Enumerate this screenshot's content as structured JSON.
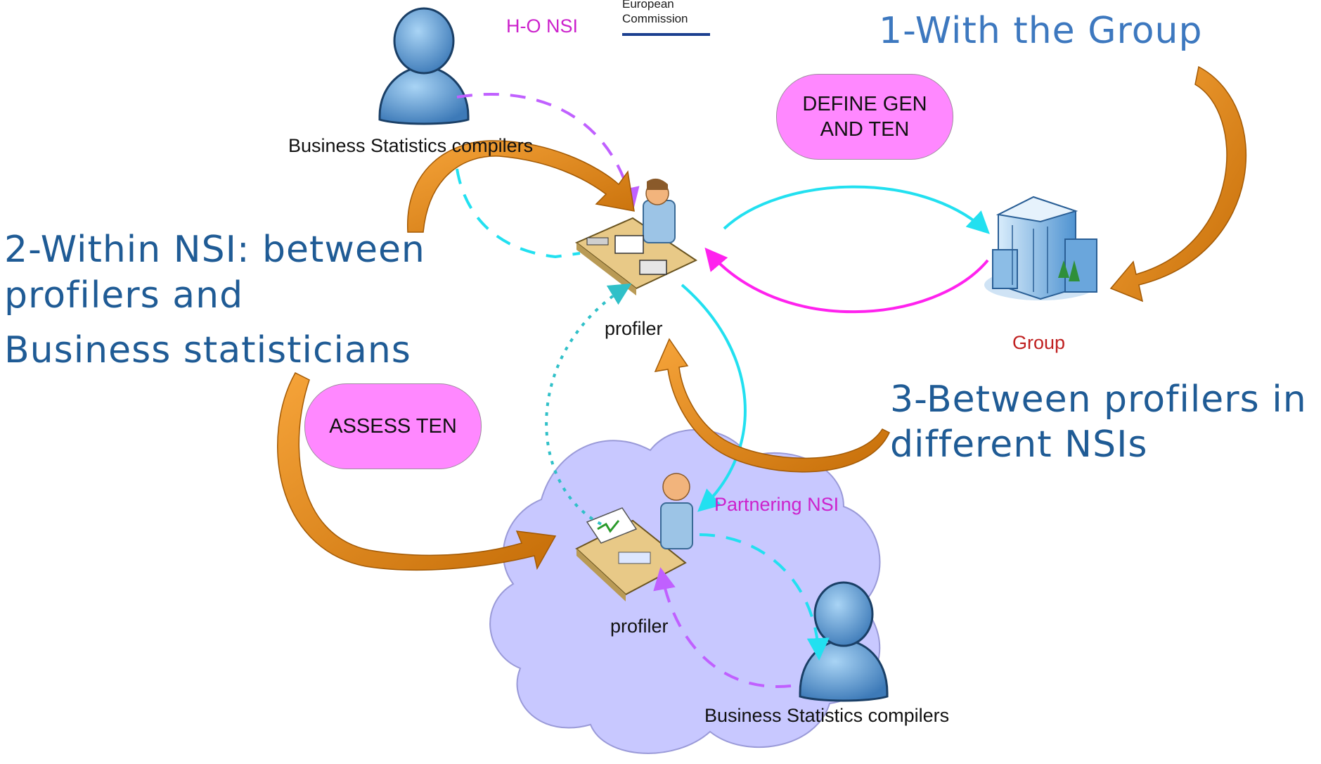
{
  "header": {
    "org_line1": "European",
    "org_line2": "Commission",
    "ho_nsi": "H-O NSI"
  },
  "headings": {
    "with_group": "1-With the Group",
    "within_nsi_line1": "2-Within NSI:  between",
    "within_nsi_line2": "profilers and",
    "within_nsi_line3": "Business statisticians",
    "between_nsis_line1": "3-Between profilers  in",
    "between_nsis_line2": "different NSIs"
  },
  "pills": {
    "define_line1": "DEFINE GEN",
    "define_line2": "AND TEN",
    "assess": "ASSESS TEN"
  },
  "labels": {
    "compilers_top": "Business Statistics compilers",
    "profiler_top": "profiler",
    "group": "Group",
    "partnering_nsi": "Partnering NSI",
    "profiler_bottom": "profiler",
    "compilers_bottom": "Business Statistics compilers"
  },
  "colors": {
    "heading_dark": "#1f5b95",
    "heading_blue": "#3d78bf",
    "pill_fill": "#ff88ff",
    "cloud_fill": "#c8c8ff",
    "cyan_arrow": "#22e0f0",
    "magenta_arrow": "#ff22ee",
    "violet_arrow": "#c060ff",
    "orange_arrow": "#e88a10",
    "group_label": "#c02020",
    "nsi_label": "#cc22cc"
  }
}
